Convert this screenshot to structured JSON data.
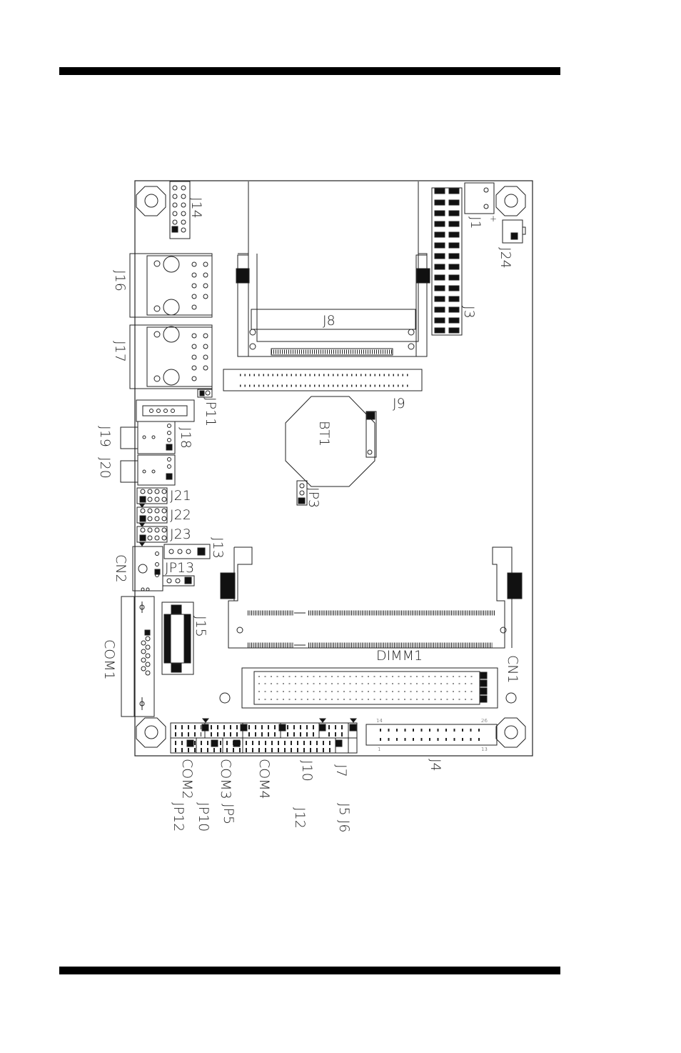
{
  "figure": {
    "labels": {
      "J14": "J14",
      "J16": "J16",
      "J17": "J17",
      "JP11": "JP11",
      "J18": "J18",
      "J19": "J19",
      "J20": "J20",
      "J21": "J21",
      "J22": "J22",
      "J23": "J23",
      "CN2": "CN2",
      "JP13": "JP13",
      "J13": "J13",
      "J15": "J15",
      "COM1": "COM1",
      "J8": "J8",
      "J9": "J9",
      "BT1": "BT1",
      "JP3": "JP3",
      "J1": "J1",
      "J24": "J24",
      "J3": "J3",
      "DIMM1": "DIMM1",
      "CN1": "CN1",
      "J4": "J4",
      "COM2": "COM2",
      "JP12": "JP12",
      "JP10": "JP10",
      "COM3": "COM3",
      "JP5": "JP5",
      "COM4": "COM4",
      "J10": "J10",
      "J12": "J12",
      "J7": "J7",
      "J5J6": "J5 J6"
    },
    "pin_marks": {
      "J4_left_top": "14",
      "J4_right_top": "26",
      "J4_left_bottom": "1",
      "J4_right_bottom": "13",
      "J1_plus": "+"
    }
  }
}
